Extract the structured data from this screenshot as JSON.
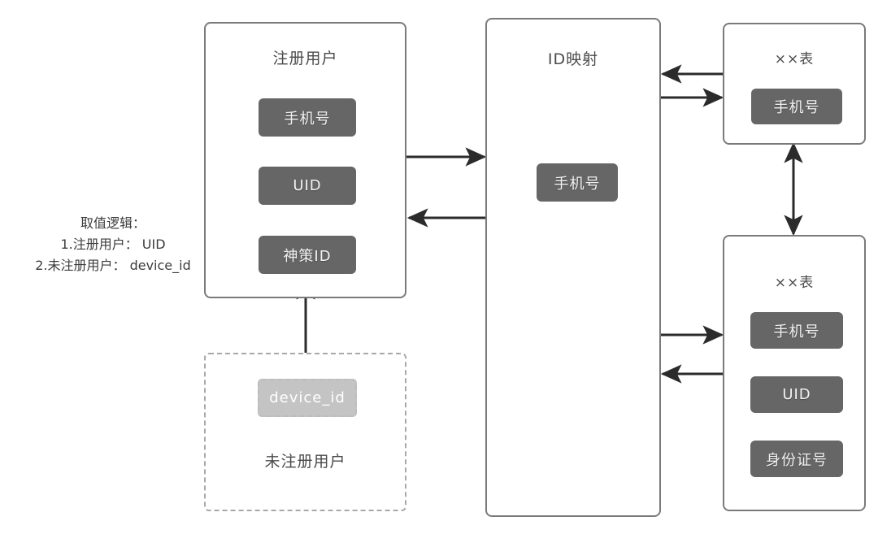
{
  "diagram": {
    "title_hidden": "",
    "colors": {
      "chip_fill": "#666666",
      "chip_light_fill": "#c4c4c4",
      "box_border": "#7a7a7a",
      "dashed_border": "#a8a8a8",
      "arrow": "#2b2b2b",
      "text_dark": "#3c3c3c",
      "chip_text": "#f2f2f2",
      "background": "#ffffff"
    },
    "note": {
      "lines": [
        "取值逻辑：",
        "1.注册用户： UID",
        "2.未注册用户： device_id"
      ]
    },
    "groups": {
      "registered_user": {
        "title": "注册用户",
        "chips": [
          {
            "label": "手机号"
          },
          {
            "label": "UID"
          },
          {
            "label": "神策ID"
          }
        ]
      },
      "unregistered_user": {
        "title": "未注册用户",
        "chips": [
          {
            "label": "device_id"
          }
        ]
      },
      "id_mapping": {
        "title": "ID映射",
        "chips": [
          {
            "label": "手机号"
          }
        ]
      },
      "table_top": {
        "title": "××表",
        "chips": [
          {
            "label": "手机号"
          }
        ]
      },
      "table_bottom": {
        "title": "××表",
        "chips": [
          {
            "label": "手机号"
          },
          {
            "label": "UID"
          },
          {
            "label": "身份证号"
          }
        ]
      }
    },
    "connectors": [
      {
        "name": "registered-to-idmapping",
        "direction": "right"
      },
      {
        "name": "idmapping-to-registered",
        "direction": "left"
      },
      {
        "name": "tabletop-to-idmapping",
        "direction": "left"
      },
      {
        "name": "idmapping-to-tabletop",
        "direction": "right"
      },
      {
        "name": "idmapping-to-tablebottom",
        "direction": "right"
      },
      {
        "name": "tablebottom-to-idmapping",
        "direction": "left"
      },
      {
        "name": "tabletop-tablebottom",
        "direction": "both"
      },
      {
        "name": "phone-uid",
        "direction": "both"
      },
      {
        "name": "shence-uid",
        "direction": "up"
      },
      {
        "name": "deviceid-shence",
        "direction": "both"
      }
    ]
  }
}
